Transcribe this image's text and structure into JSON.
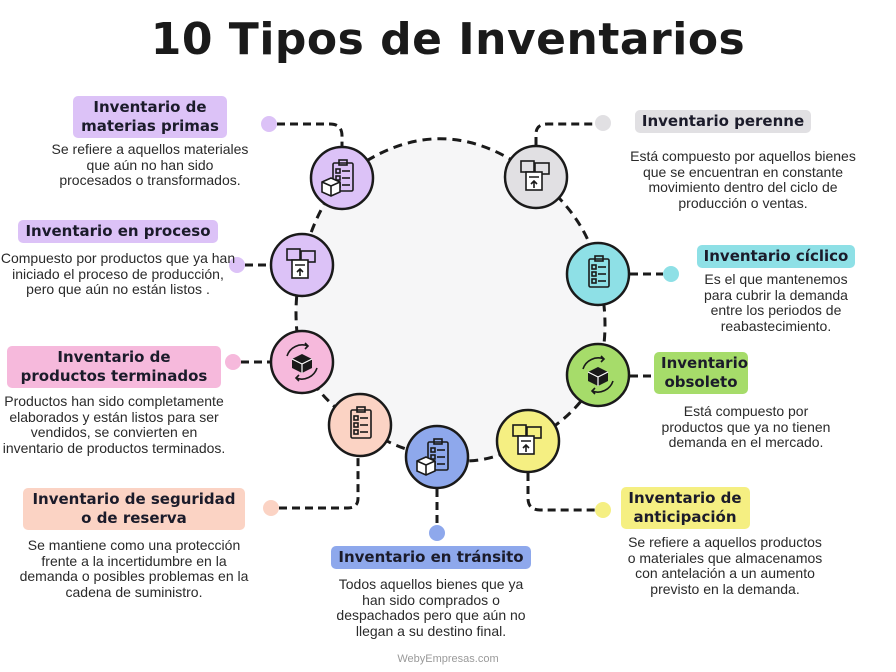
{
  "title": "10 Tipos de Inventarios",
  "footer": "WebyEmpresas.com",
  "items": [
    {
      "title": "Inventario de materias primas",
      "desc": "Se refiere a aquellos materiales que aún no han sido procesados o transformados.",
      "color": "#dcc2f7",
      "icon": "clipboard-box-icon"
    },
    {
      "title": "Inventario en proceso",
      "desc": "Compuesto por productos que ya han iniciado el proceso de producción, pero que aún no están listos .",
      "color": "#dcc2f7",
      "icon": "boxes-icon"
    },
    {
      "title": "Inventario de productos terminados",
      "desc": "Productos han sido completamente elaborados y están listos para ser vendidos, se convierten en inventario de productos terminados.",
      "color": "#f6b9dc",
      "icon": "recycle-box-icon"
    },
    {
      "title": "Inventario de seguridad o de reserva",
      "desc": "Se mantiene como una protección frente a la incertidumbre en la demanda o posibles problemas en la cadena de suministro.",
      "color": "#fbd3c4",
      "icon": "checklist-icon"
    },
    {
      "title": "Inventario en tránsito",
      "desc": "Todos aquellos bienes que ya han sido comprados o despachados pero que aún no llegan a su destino final.",
      "color": "#8ea8ec",
      "icon": "clipboard-box-icon"
    },
    {
      "title": "Inventario de anticipación",
      "desc": "Se refiere a aquellos productos o materiales que almacenamos con antelación a un aumento previsto en la demanda.",
      "color": "#f5ef82",
      "icon": "boxes-icon"
    },
    {
      "title": "Inventario obsoleto",
      "desc": "Está compuesto por productos que ya no tienen demanda en el mercado.",
      "color": "#a6dc6a",
      "icon": "recycle-box-icon"
    },
    {
      "title": "Inventario cíclico",
      "desc": "Es el que mantenemos para cubrir la demanda entre los periodos de reabastecimiento.",
      "color": "#8ee0e6",
      "icon": "checklist-icon"
    },
    {
      "title": "Inventario perenne",
      "desc": "Está compuesto por aquellos bienes que se encuentran en constante movimiento dentro del ciclo de producción o ventas.",
      "color": "#e1e0e3",
      "icon": "boxes-icon"
    }
  ]
}
